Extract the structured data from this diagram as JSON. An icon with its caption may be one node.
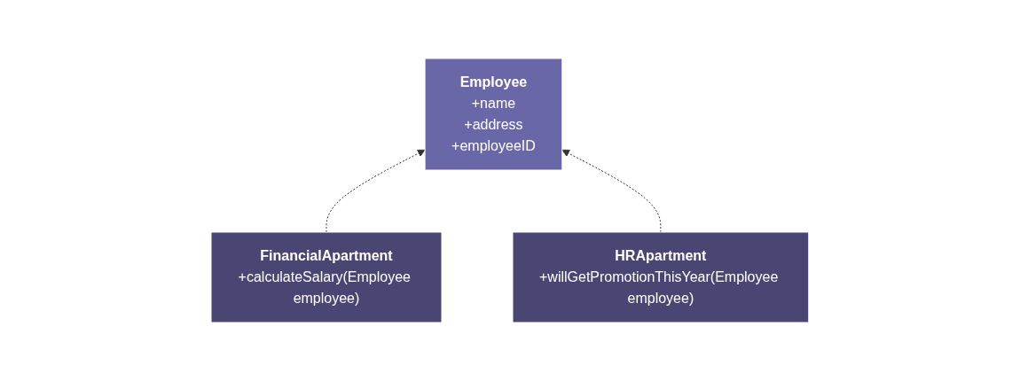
{
  "diagram": {
    "nodes": [
      {
        "text": [
          "Employee",
          "+name",
          "+address",
          "+employeeID"
        ]
      },
      {
        "text": [
          "FinancialApartment",
          "+calculateSalary(Employee employee)"
        ]
      },
      {
        "text": [
          "HRApartment",
          "+willGetPromotionThisYear(Employee employee)"
        ]
      }
    ],
    "edges": [
      {
        "from": 1,
        "to": 0,
        "arrow": "to",
        "style": "dashed"
      },
      {
        "from": 2,
        "to": 0,
        "arrow": "to",
        "style": "dashed"
      }
    ]
  }
}
